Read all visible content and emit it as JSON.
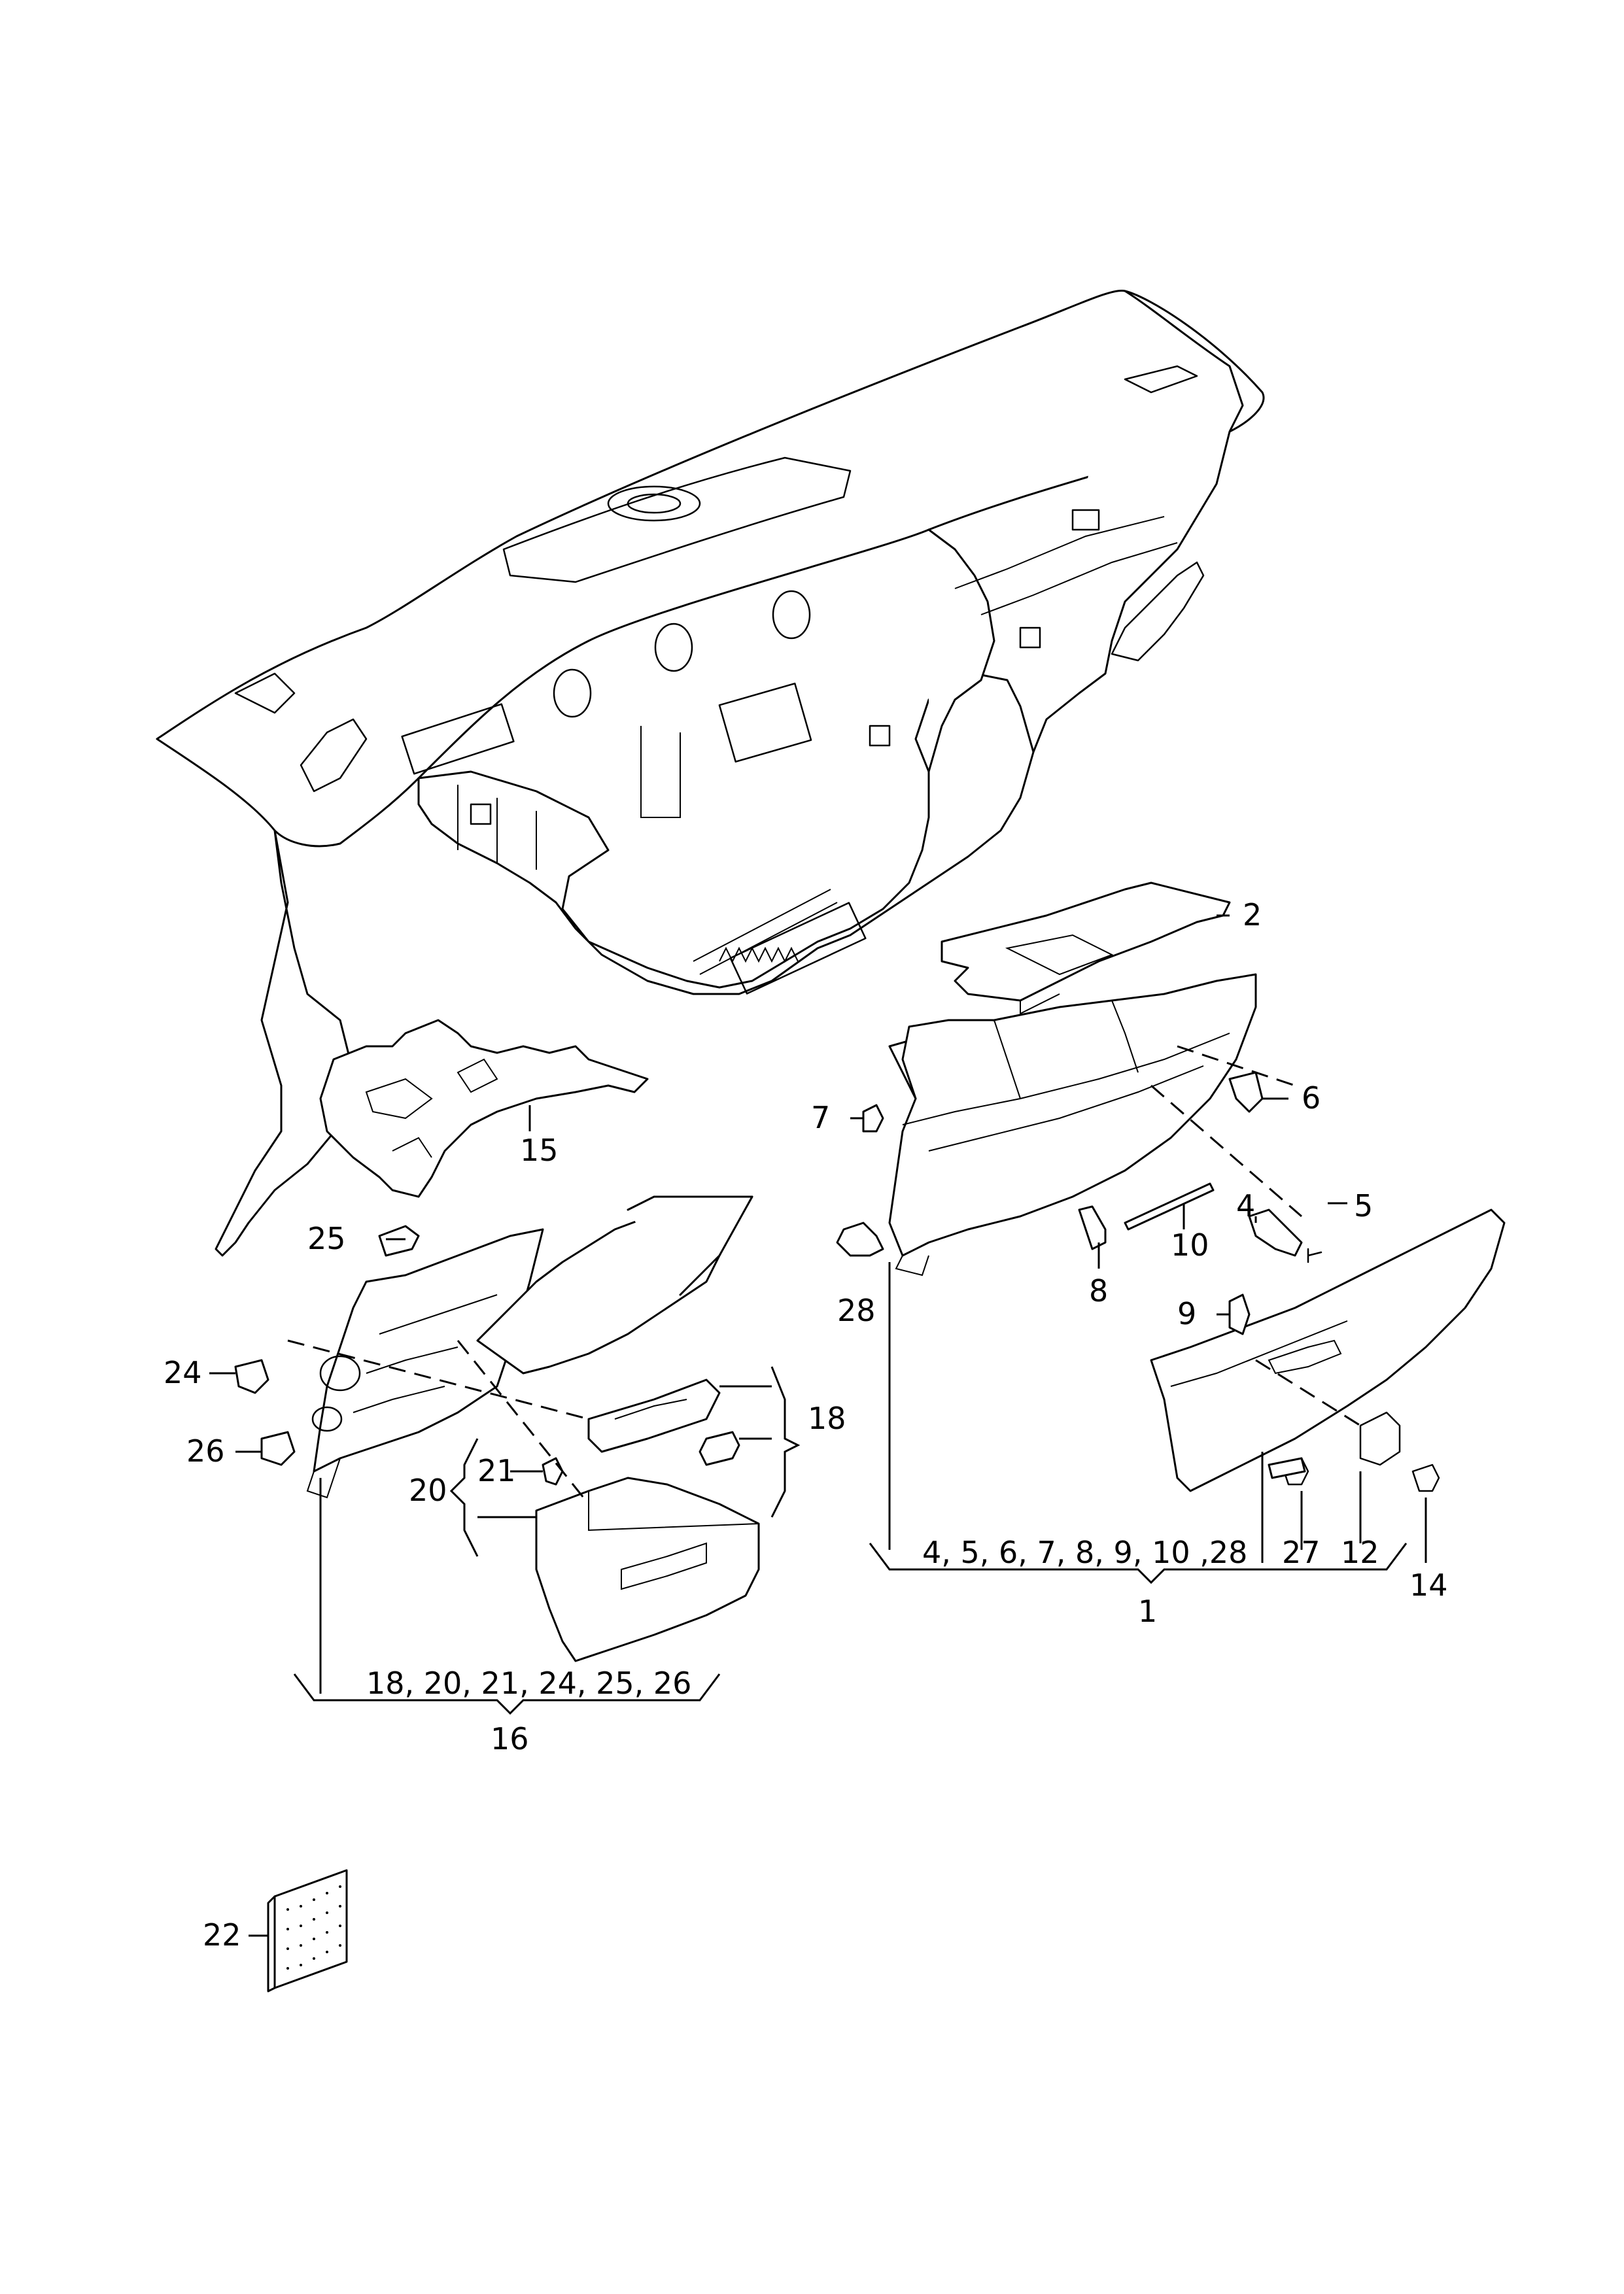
{
  "callouts": {
    "c1": "1",
    "c2": "2",
    "c4": "4",
    "c5": "5",
    "c6": "6",
    "c7": "7",
    "c8": "8",
    "c9": "9",
    "c10": "10",
    "c12": "12",
    "c14": "14",
    "c15": "15",
    "c16": "16",
    "c18": "18",
    "c20": "20",
    "c21": "21",
    "c22": "22",
    "c24": "24",
    "c25": "25",
    "c26": "26",
    "c27": "27",
    "c28": "28"
  },
  "groups": {
    "group1_list": "4, 5, 6, 7, 8, 9, 10 ,28",
    "group16_list": "18, 20, 21, 24, 25, 26"
  }
}
